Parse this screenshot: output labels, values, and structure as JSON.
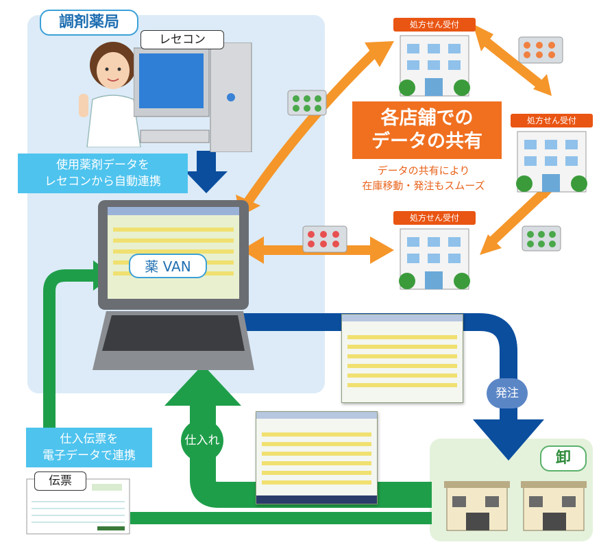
{
  "pharmacy": {
    "title": "調剤薬局",
    "rececon_label": "レセコン",
    "auto_link_text": [
      "使用薬剤データを",
      "レセコンから自動連携"
    ],
    "van_label": "薬 VAN"
  },
  "sharing": {
    "title_lines": [
      "各店舗での",
      "データの共有"
    ],
    "note_lines": [
      "データの共有により",
      "在庫移動・発注もスムーズ"
    ]
  },
  "stores": [
    {
      "badge": "処方せん受付"
    },
    {
      "badge": "処方せん受付"
    },
    {
      "badge": "処方せん受付"
    }
  ],
  "flows": {
    "order_label": "発注",
    "purchase_label": "仕入れ",
    "invoice_link_text": [
      "仕入伝票を",
      "電子データで連携"
    ]
  },
  "wholesaler": {
    "label": "卸"
  },
  "invoice": {
    "label": "伝票"
  },
  "colors": {
    "pharmacy_bg": "#dcebf7",
    "orange": "#f07020",
    "cyan": "#4ec3ee",
    "navy": "#0b4e9e",
    "green": "#1f9e4a",
    "order_circle": "#5b86c6",
    "purchase_circle": "#1f9e4a",
    "wholesaler_bg": "#e4f2dc"
  }
}
